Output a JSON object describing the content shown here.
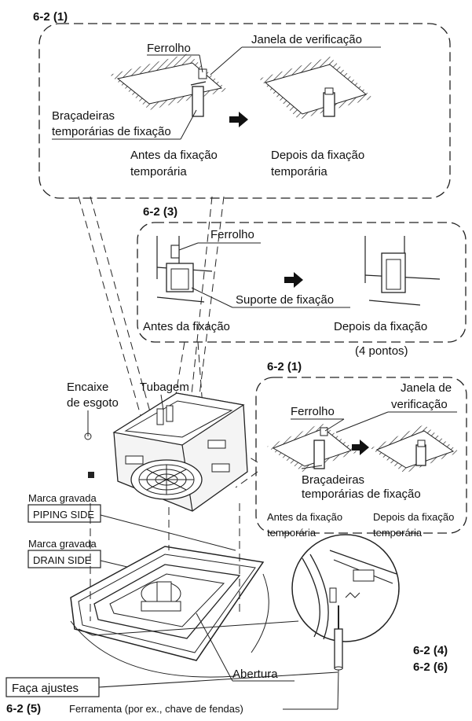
{
  "panel_top": {
    "ref": "6-2 (1)",
    "latch": "Ferrolho",
    "window": "Janela de verificação",
    "clamps_line1": "Braçadeiras",
    "clamps_line2": "temporárias de fixação",
    "before_line1": "Antes da fixação",
    "before_line2": "temporária",
    "after_line1": "Depois da fixação",
    "after_line2": "temporária"
  },
  "panel_mid": {
    "ref": "6-2 (3)",
    "latch": "Ferrolho",
    "bracket": "Suporte de fixação",
    "before": "Antes da fixação",
    "after": "Depois da fixação",
    "points": "(4 pontos)"
  },
  "panel_right": {
    "ref": "6-2 (1)",
    "latch": "Ferrolho",
    "window_line1": "Janela de",
    "window_line2": "verificação",
    "clamps_line1": "Braçadeiras",
    "clamps_line2": "temporárias de fixação",
    "before_line1": "Antes da fixação",
    "before_line2": "temporária",
    "after_line1": "Depois da fixação",
    "after_line2": "temporária"
  },
  "unit": {
    "drain_fit_line1": "Encaixe",
    "drain_fit_line2": "de esgoto",
    "piping": "Tubagem",
    "engraved1": "Marca gravada",
    "piping_side": "PIPING SIDE",
    "engraved2": "Marca gravada",
    "drain_side": "DRAIN SIDE"
  },
  "bottom": {
    "adjust": "Faça ajustes",
    "opening": "Abertura",
    "ref4": "6-2 (4)",
    "ref6": "6-2 (6)",
    "ref5": "6-2 (5)",
    "tool": "Ferramenta (por ex., chave de fendas)"
  }
}
